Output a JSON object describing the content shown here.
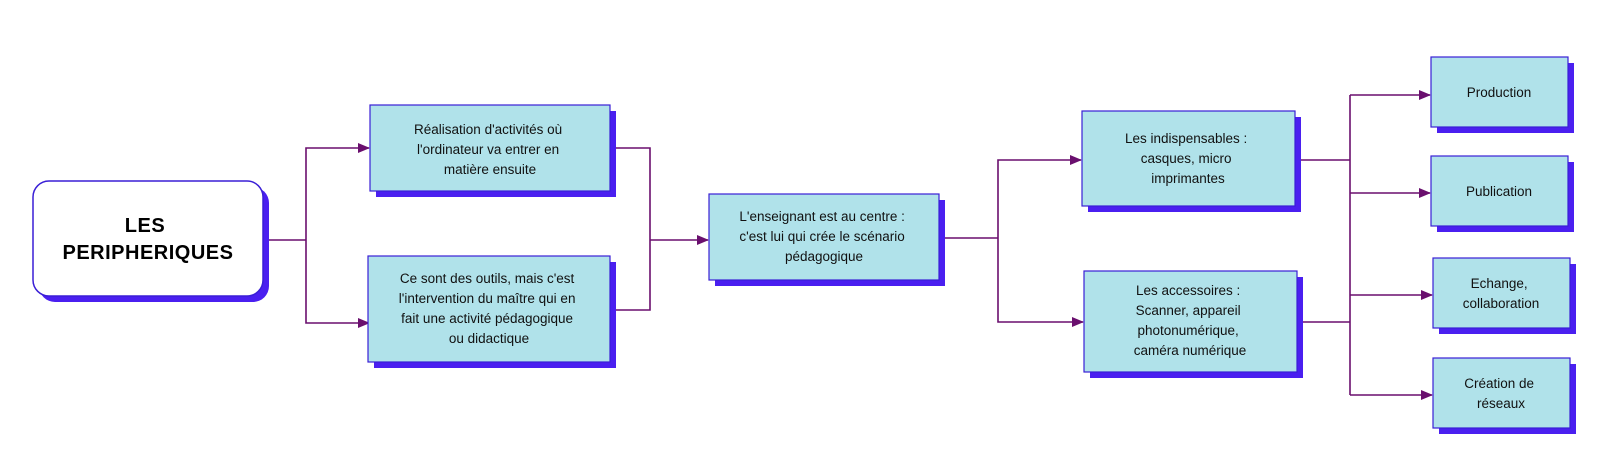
{
  "colors": {
    "box_fill": "#b0e2ea",
    "box_border": "#3a1fd6",
    "box_shadow": "#4a1ff0",
    "root_fill": "#ffffff",
    "connector": "#6a0f6e"
  },
  "nodes": {
    "root": {
      "lines": [
        "LES",
        "PERIPHERIQUES"
      ]
    },
    "realisation": {
      "lines": [
        "Réalisation d'activités où",
        "l'ordinateur va entrer en",
        "matière ensuite"
      ]
    },
    "outils": {
      "lines": [
        "Ce sont des outils, mais c'est",
        "l'intervention du maître qui en",
        "fait une activité pédagogique",
        "ou didactique"
      ]
    },
    "enseignant": {
      "lines": [
        "L'enseignant est au centre :",
        "c'est lui qui crée le scénario",
        "pédagogique"
      ]
    },
    "indispensables": {
      "lines": [
        "Les indispensables :",
        "casques, micro",
        "imprimantes"
      ]
    },
    "accessoires": {
      "lines": [
        "Les accessoires :",
        "Scanner, appareil",
        "photonumérique,",
        "caméra numérique"
      ]
    },
    "production": {
      "lines": [
        "Production"
      ]
    },
    "publication": {
      "lines": [
        "Publication"
      ]
    },
    "echange": {
      "lines": [
        "Echange,",
        "collaboration"
      ]
    },
    "reseaux": {
      "lines": [
        "Création de",
        "réseaux"
      ]
    }
  }
}
